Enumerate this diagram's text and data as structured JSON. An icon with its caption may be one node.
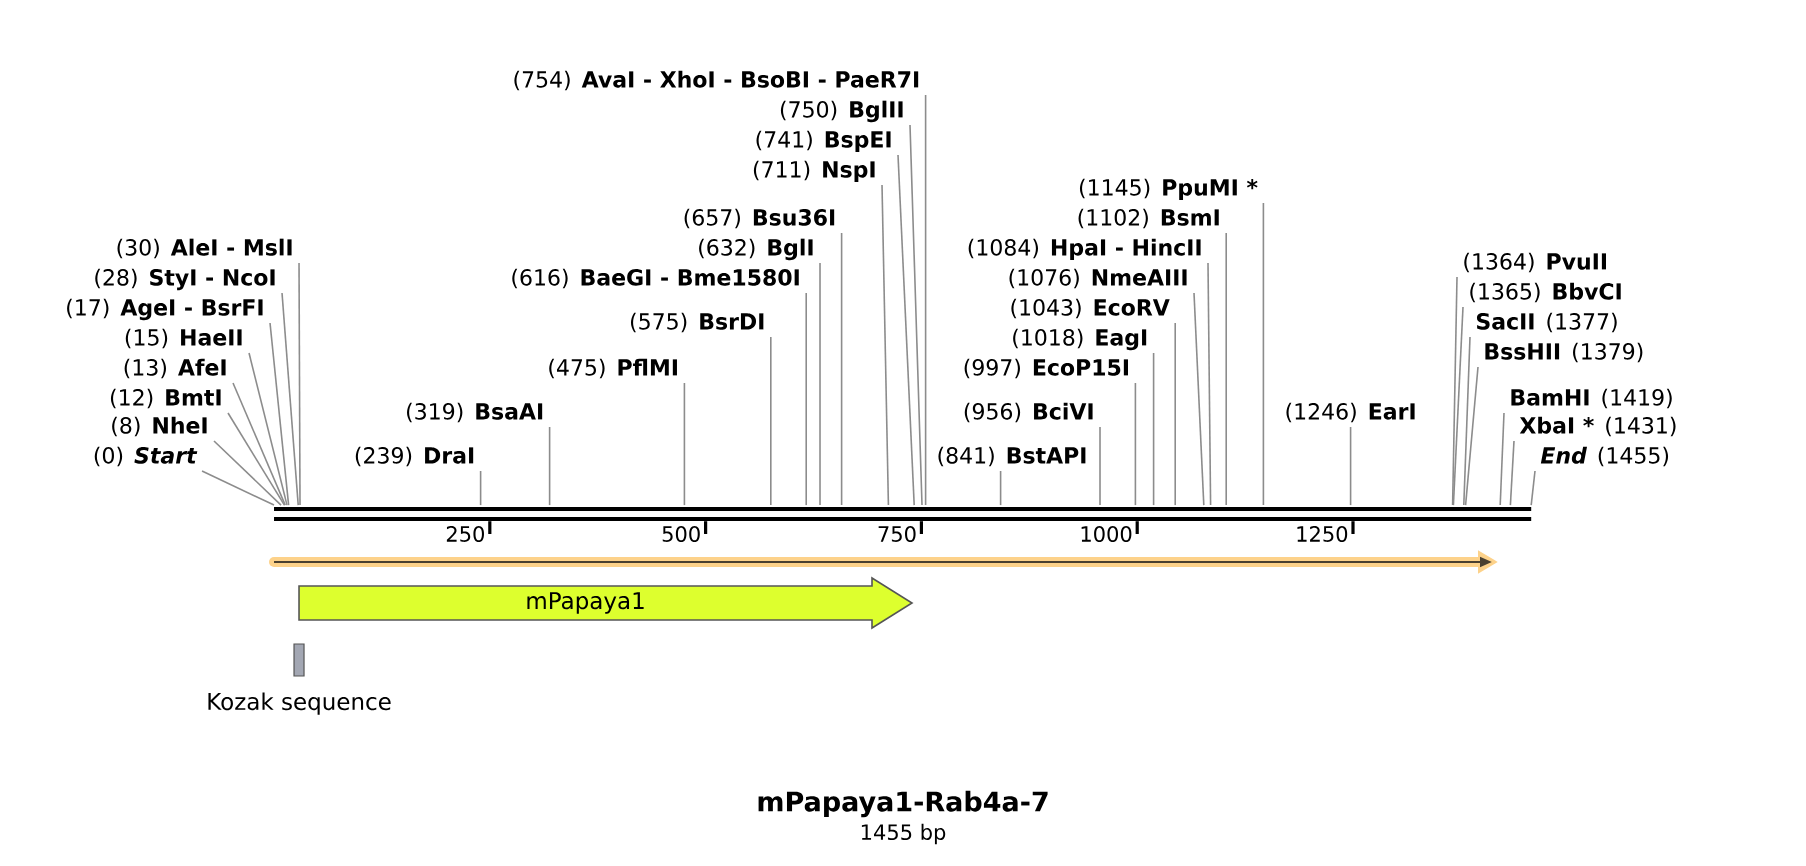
{
  "diagram": {
    "title": "mPapaya1-Rab4a-7",
    "caption": "1455 bp",
    "nodes": [
      {
        "text": [
          "(754)",
          "AvaI - XhoI - BsoBI - PaeR7I"
        ]
      },
      {
        "text": [
          "(750)",
          "BglII"
        ]
      },
      {
        "text": [
          "(741)",
          "BspEI"
        ]
      },
      {
        "text": [
          "(711)",
          "NspI"
        ]
      },
      {
        "text": [
          "(1145)",
          "PpuMI *"
        ]
      },
      {
        "text": [
          "(657)",
          "Bsu36I"
        ]
      },
      {
        "text": [
          "(1102)",
          "BsmI"
        ]
      },
      {
        "text": [
          "(30)",
          "AleI - MslI"
        ]
      },
      {
        "text": [
          "(632)",
          "BglI"
        ]
      },
      {
        "text": [
          "(1084)",
          "HpaI - HincII"
        ]
      },
      {
        "text": [
          "(1364)",
          "PvuII"
        ]
      },
      {
        "text": [
          "(28)",
          "StyI - NcoI"
        ]
      },
      {
        "text": [
          "(616)",
          "BaeGI - Bme1580I"
        ]
      },
      {
        "text": [
          "(1076)",
          "NmeAIII"
        ]
      },
      {
        "text": [
          "(1365)",
          "BbvCI"
        ]
      },
      {
        "text": [
          "(17)",
          "AgeI - BsrFI"
        ]
      },
      {
        "text": [
          "(1043)",
          "EcoRV"
        ]
      },
      {
        "text": [
          "(575)",
          "BsrDI"
        ]
      },
      {
        "text": [
          "SacII",
          "(1377)"
        ]
      },
      {
        "text": [
          "(15)",
          "HaeII"
        ]
      },
      {
        "text": [
          "(1018)",
          "EagI"
        ]
      },
      {
        "text": [
          "BssHII",
          "(1379)"
        ]
      },
      {
        "text": [
          "(13)",
          "AfeI"
        ]
      },
      {
        "text": [
          "(475)",
          "PflMI"
        ]
      },
      {
        "text": [
          "(997)",
          "EcoP15I"
        ]
      },
      {
        "text": [
          "(12)",
          "BmtI"
        ]
      },
      {
        "text": [
          "BamHI",
          "(1419)"
        ]
      },
      {
        "text": [
          "(319)",
          "BsaAI"
        ]
      },
      {
        "text": [
          "(956)",
          "BciVI"
        ]
      },
      {
        "text": [
          "(1246)",
          "EarI"
        ]
      },
      {
        "text": [
          "(8)",
          "NheI"
        ]
      },
      {
        "text": [
          "XbaI *",
          "(1431)"
        ]
      },
      {
        "text": [
          "(0)",
          "Start"
        ]
      },
      {
        "text": [
          "(239)",
          "DraI"
        ]
      },
      {
        "text": [
          "(841)",
          "BstAPI"
        ]
      },
      {
        "text": [
          "End",
          "(1455)"
        ]
      },
      {
        "text": [],
        "shape": "bar"
      },
      {
        "text": [
          "mPapaya1"
        ]
      },
      {
        "text": [],
        "shape": "box",
        "beside": [
          "Kozak sequence"
        ]
      }
    ],
    "edges": [
      {
        "from": 0,
        "to": 36,
        "arrow": "none"
      },
      {
        "from": 1,
        "to": 36,
        "arrow": "none"
      },
      {
        "from": 2,
        "to": 36,
        "arrow": "none"
      },
      {
        "from": 3,
        "to": 36,
        "arrow": "none"
      },
      {
        "from": 4,
        "to": 36,
        "arrow": "none"
      },
      {
        "from": 5,
        "to": 36,
        "arrow": "none"
      },
      {
        "from": 6,
        "to": 36,
        "arrow": "none"
      },
      {
        "from": 7,
        "to": 36,
        "arrow": "none"
      },
      {
        "from": 8,
        "to": 36,
        "arrow": "none"
      },
      {
        "from": 9,
        "to": 36,
        "arrow": "none"
      },
      {
        "from": 10,
        "to": 36,
        "arrow": "none"
      },
      {
        "from": 11,
        "to": 36,
        "arrow": "none"
      },
      {
        "from": 12,
        "to": 36,
        "arrow": "none"
      },
      {
        "from": 13,
        "to": 36,
        "arrow": "none"
      },
      {
        "from": 14,
        "to": 36,
        "arrow": "none"
      },
      {
        "from": 15,
        "to": 36,
        "arrow": "none"
      },
      {
        "from": 16,
        "to": 36,
        "arrow": "none"
      },
      {
        "from": 17,
        "to": 36,
        "arrow": "none"
      },
      {
        "from": 18,
        "to": 36,
        "arrow": "none"
      },
      {
        "from": 19,
        "to": 36,
        "arrow": "none"
      },
      {
        "from": 20,
        "to": 36,
        "arrow": "none"
      },
      {
        "from": 21,
        "to": 36,
        "arrow": "none"
      },
      {
        "from": 22,
        "to": 36,
        "arrow": "none"
      },
      {
        "from": 23,
        "to": 36,
        "arrow": "none"
      },
      {
        "from": 24,
        "to": 36,
        "arrow": "none"
      },
      {
        "from": 25,
        "to": 36,
        "arrow": "none"
      },
      {
        "from": 26,
        "to": 36,
        "arrow": "none"
      },
      {
        "from": 27,
        "to": 36,
        "arrow": "none"
      },
      {
        "from": 28,
        "to": 36,
        "arrow": "none"
      },
      {
        "from": 29,
        "to": 36,
        "arrow": "none"
      },
      {
        "from": 30,
        "to": 36,
        "arrow": "none"
      },
      {
        "from": 31,
        "to": 36,
        "arrow": "none"
      },
      {
        "from": 32,
        "to": 36,
        "arrow": "none"
      },
      {
        "from": 33,
        "to": 36,
        "arrow": "none"
      },
      {
        "from": 34,
        "to": 36,
        "arrow": "none"
      },
      {
        "from": 35,
        "to": 36,
        "arrow": "none"
      }
    ],
    "labels": [
      "250",
      "500",
      "750",
      "1000",
      "1250"
    ]
  }
}
